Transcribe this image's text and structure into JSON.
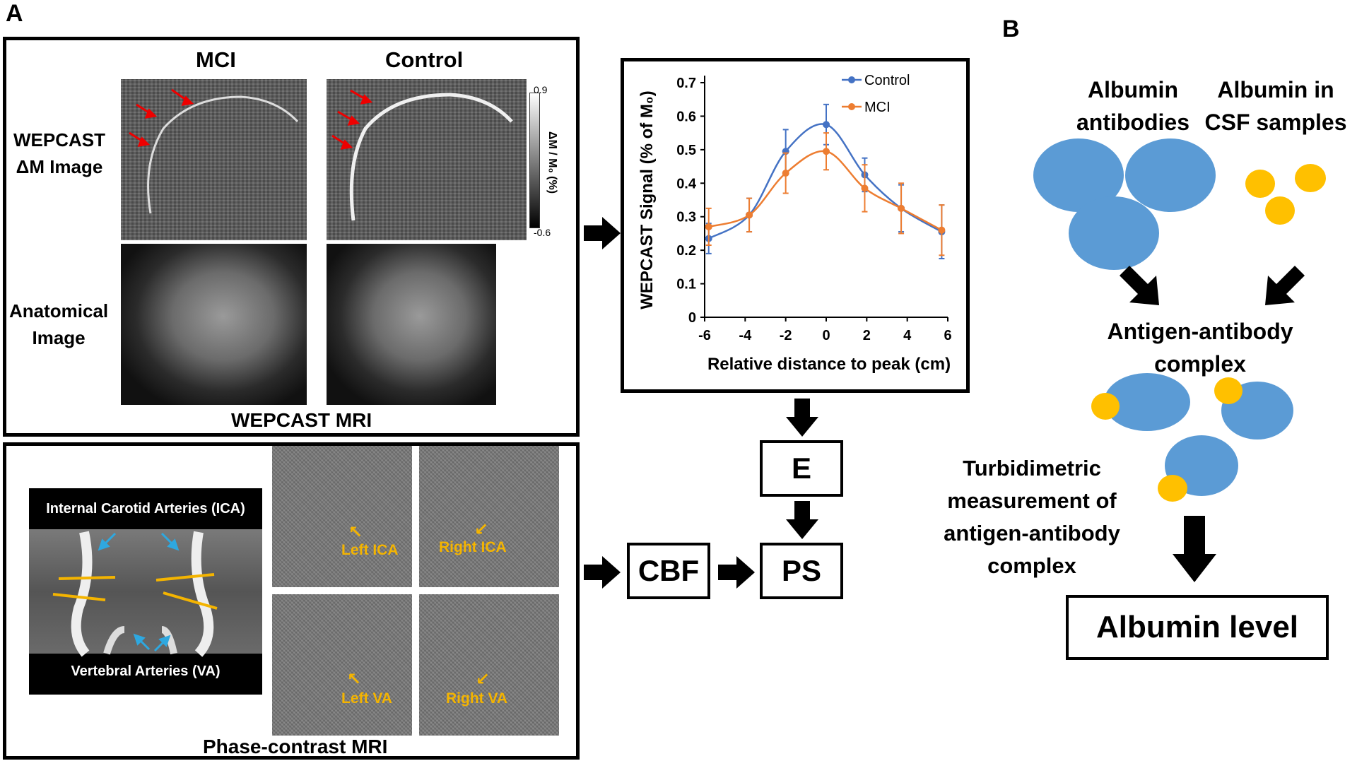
{
  "panel_a": {
    "letter": "A",
    "col_mci": "MCI",
    "col_control": "Control",
    "row_wepcast": "WEPCAST\nΔM Image",
    "row_anatomical": "Anatomical\nImage",
    "colorbar_max": "0.9",
    "colorbar_min": "-0.6",
    "colorbar_label": "ΔM / M₀ (%)",
    "wepcast_caption": "WEPCAST MRI",
    "pc_caption": "Phase-contrast MRI",
    "ica_label": "Internal Carotid Arteries (ICA)",
    "va_label": "Vertebral Arteries (VA)",
    "pc_labels": [
      "Left ICA",
      "Right ICA",
      "Left VA",
      "Right VA"
    ]
  },
  "chart": {
    "ylabel": "WEPCAST Signal (% of M₀)",
    "xlabel": "Relative distance to peak (cm)",
    "legend": [
      "Control",
      "MCI"
    ]
  },
  "chart_data": {
    "type": "line",
    "x": [
      -5.8,
      -3.8,
      -2.0,
      0.0,
      1.9,
      3.7,
      5.7
    ],
    "series": [
      {
        "name": "Control",
        "color": "#4472c4",
        "values": [
          0.235,
          0.305,
          0.495,
          0.575,
          0.425,
          0.325,
          0.255
        ],
        "err": [
          0.045,
          0.05,
          0.065,
          0.06,
          0.05,
          0.07,
          0.08
        ]
      },
      {
        "name": "MCI",
        "color": "#ed7d31",
        "values": [
          0.27,
          0.305,
          0.43,
          0.495,
          0.385,
          0.325,
          0.26
        ],
        "err": [
          0.055,
          0.05,
          0.06,
          0.055,
          0.07,
          0.075,
          0.075
        ]
      }
    ],
    "xticks": [
      -6,
      -4,
      -2,
      0,
      2,
      4,
      6
    ],
    "yticks": [
      0,
      0.1,
      0.2,
      0.3,
      0.4,
      0.5,
      0.6,
      0.7
    ],
    "xlim": [
      -6,
      6
    ],
    "ylim": [
      0,
      0.7
    ],
    "legend_position": "top-right"
  },
  "flow": {
    "e": "E",
    "cbf": "CBF",
    "ps": "PS"
  },
  "panel_b": {
    "letter": "B",
    "antibodies": "Albumin\nantibodies",
    "csf": "Albumin in\nCSF samples",
    "complex": "Antigen-antibody\ncomplex",
    "turbidimetric": "Turbidimetric\nmeasurement of\nantigen-antibody\ncomplex",
    "result": "Albumin level"
  }
}
